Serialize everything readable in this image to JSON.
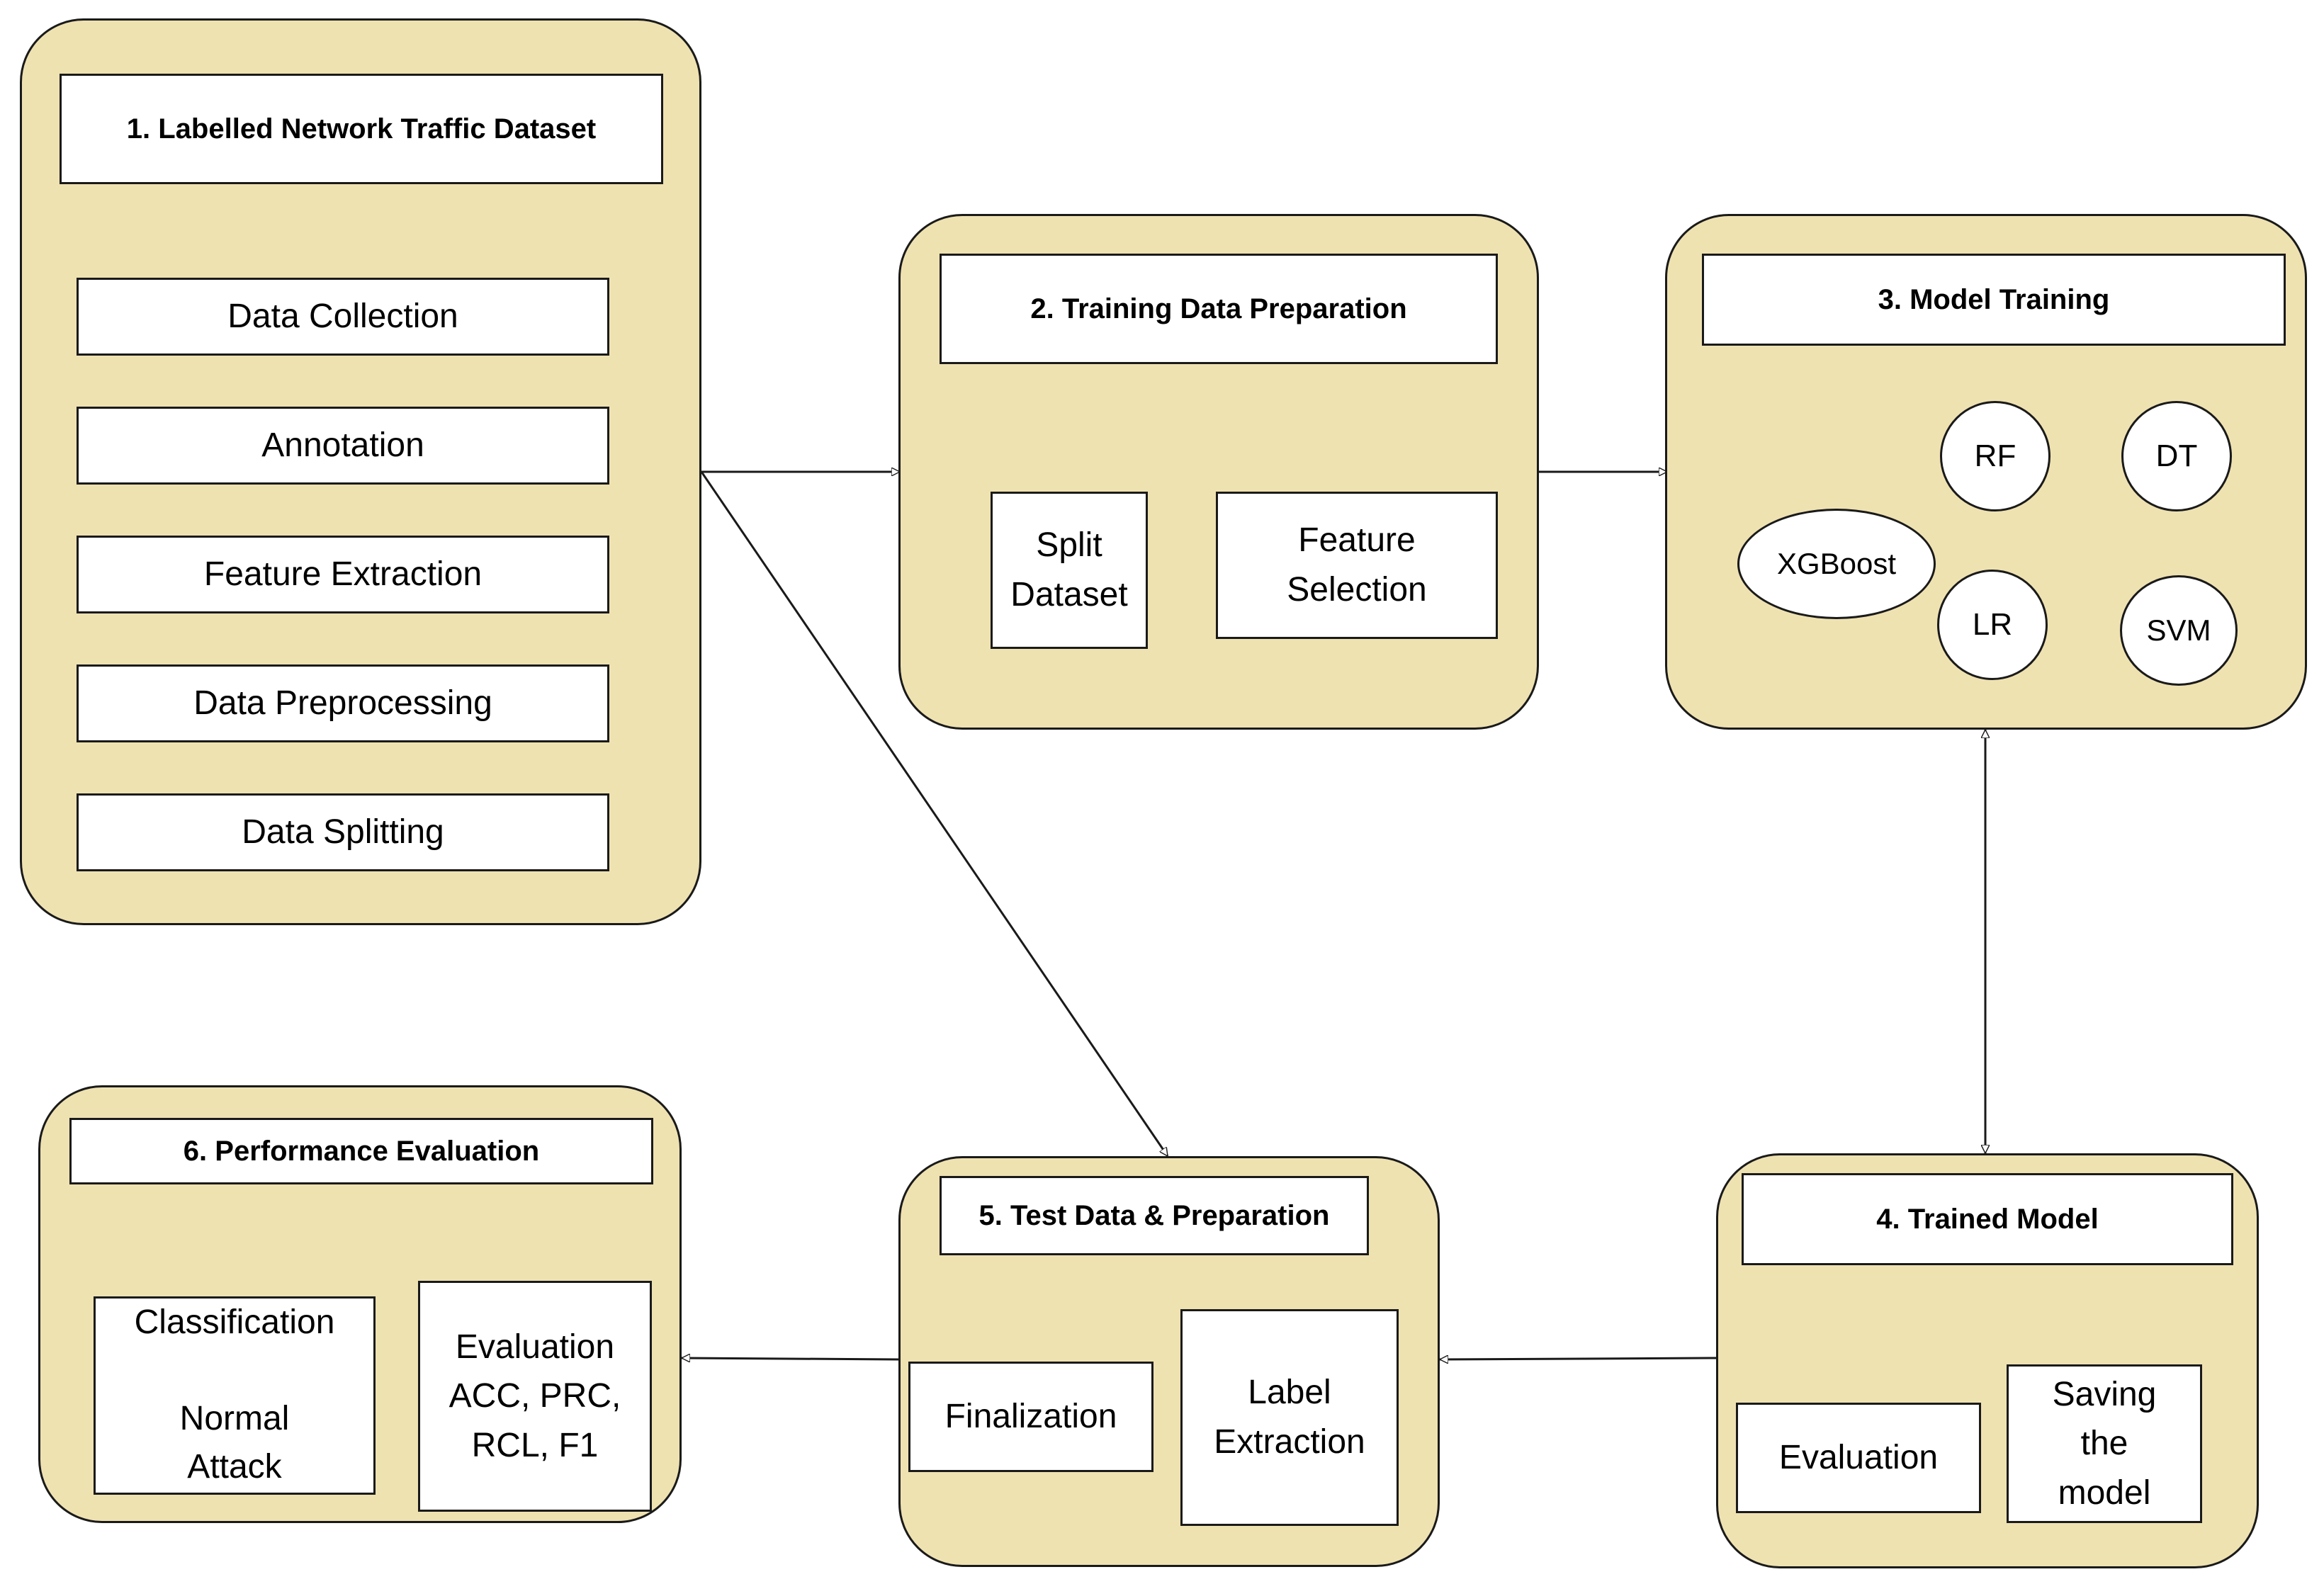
{
  "stage1": {
    "title": "1. Labelled Network Traffic Dataset",
    "items": [
      "Data Collection",
      "Annotation",
      "Feature Extraction",
      "Data Preprocessing",
      "Data Splitting"
    ]
  },
  "stage2": {
    "title": "2. Training Data Preparation",
    "split": "Split\nDataset",
    "feature_selection": "Feature\nSelection"
  },
  "stage3": {
    "title": "3. Model Training",
    "models": {
      "rf": "RF",
      "dt": "DT",
      "xgboost": "XGBoost",
      "lr": "LR",
      "svm": "SVM"
    }
  },
  "stage4": {
    "title": "4. Trained Model",
    "evaluation": "Evaluation",
    "saving": "Saving\nthe\nmodel"
  },
  "stage5": {
    "title": "5. Test Data & Preparation",
    "finalization": "Finalization",
    "label_extraction": "Label\nExtraction"
  },
  "stage6": {
    "title": "6. Performance Evaluation",
    "classification": "Classification\n\nNormal\nAttack",
    "evaluation": "Evaluation\nACC, PRC,\nRCL, F1"
  }
}
